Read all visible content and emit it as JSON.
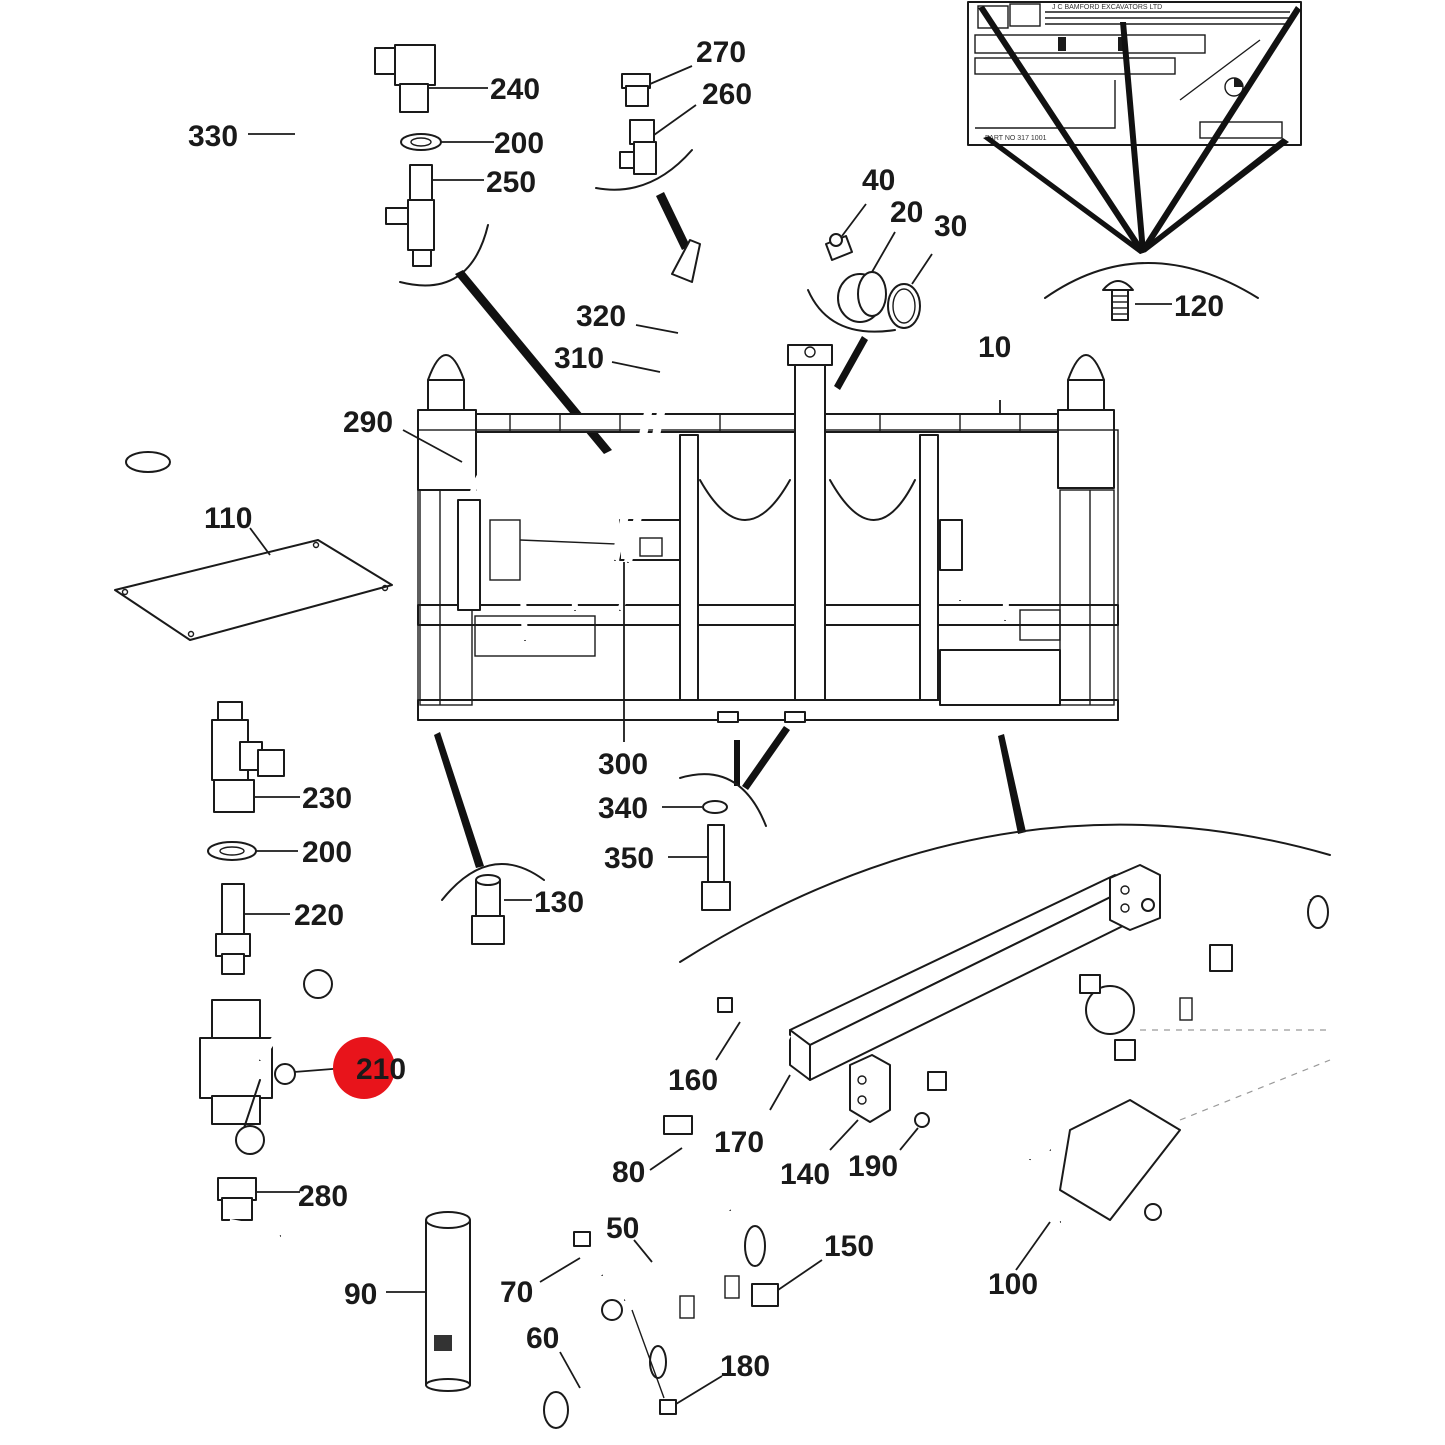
{
  "diagram": {
    "highlight_color": "#e8141b",
    "line_color": "#1a1a1a",
    "callouts": {
      "c10": "10",
      "c20": "20",
      "c30": "30",
      "c40": "40",
      "c50": "50",
      "c60": "60",
      "c70": "70",
      "c80": "80",
      "c90": "90",
      "c100": "100",
      "c110": "110",
      "c120": "120",
      "c130": "130",
      "c140": "140",
      "c150": "150",
      "c160": "160",
      "c170": "170",
      "c180": "180",
      "c190": "190",
      "c200a": "200",
      "c200b": "200",
      "c210": "210",
      "c220": "220",
      "c230": "230",
      "c240": "240",
      "c250": "250",
      "c260": "260",
      "c270": "270",
      "c280": "280",
      "c290": "290",
      "c300": "300",
      "c310": "310",
      "c320": "320",
      "c330": "330",
      "c340": "340",
      "c350": "350"
    },
    "highlighted_callout": "210"
  }
}
